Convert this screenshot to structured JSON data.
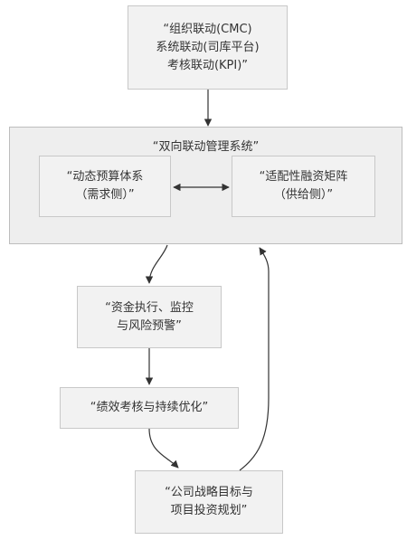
{
  "nodes": {
    "linkage": {
      "line1": "“组织联动(CMC)",
      "line2": "系统联动(司库平台)",
      "line3": "考核联动(KPI)”"
    },
    "system": {
      "title": "“双向联动管理系统”"
    },
    "budget": {
      "line1": "“动态预算体系",
      "line2": "（需求侧）”"
    },
    "financing": {
      "line1": "“适配性融资矩阵",
      "line2": "（供给侧）”"
    },
    "execution": {
      "line1": "“资金执行、监控",
      "line2": "与风险预警”"
    },
    "evaluation": {
      "label": "“绩效考核与持续优化”"
    },
    "strategy": {
      "line1": "“公司战略目标与",
      "line2": "项目投资规划”"
    }
  },
  "colors": {
    "node_fill": "#f2f2f2",
    "node_border": "#c8c8c8",
    "edge": "#333333"
  }
}
